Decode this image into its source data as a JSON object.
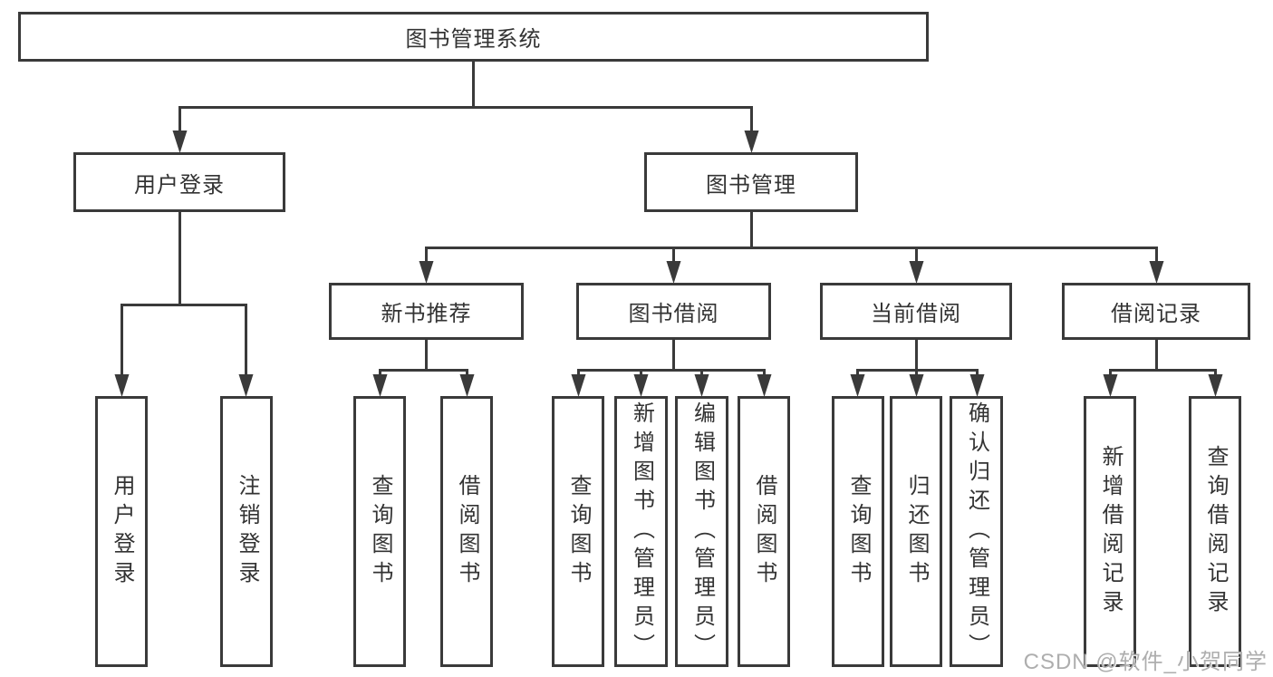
{
  "tree": {
    "root": "图书管理系统",
    "children": [
      {
        "label": "用户登录",
        "children": [
          {
            "label": "用户登录"
          },
          {
            "label": "注销登录"
          }
        ]
      },
      {
        "label": "图书管理",
        "children": [
          {
            "label": "新书推荐",
            "children": [
              {
                "label": "查询图书"
              },
              {
                "label": "借阅图书"
              }
            ]
          },
          {
            "label": "图书借阅",
            "children": [
              {
                "label": "查询图书"
              },
              {
                "label": "新增图书（管理员）"
              },
              {
                "label": "编辑图书（管理员）"
              },
              {
                "label": "借阅图书"
              }
            ]
          },
          {
            "label": "当前借阅",
            "children": [
              {
                "label": "查询图书"
              },
              {
                "label": "归还图书"
              },
              {
                "label": "确认归还（管理员）"
              }
            ]
          },
          {
            "label": "借阅记录",
            "children": [
              {
                "label": "新增借阅记录"
              },
              {
                "label": "查询借阅记录"
              }
            ]
          }
        ]
      }
    ]
  },
  "watermark": {
    "text": "CSDN @软件_小贺同学"
  },
  "colors": {
    "line": "#3a3a3a",
    "text": "#333333",
    "background": "#ffffff",
    "watermark": "#aeaeae"
  }
}
